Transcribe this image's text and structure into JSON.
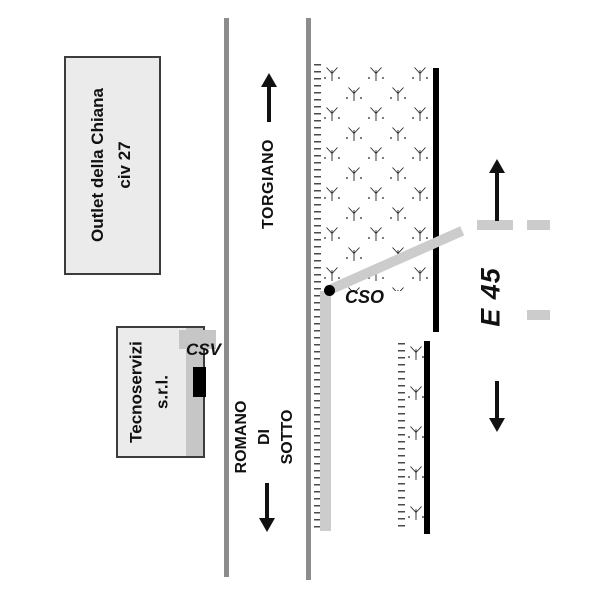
{
  "buildings": {
    "outlet": {
      "line1": "Outlet della Chiana",
      "line2": "civ 27"
    },
    "tecnoservizi": {
      "line1": "Tecnoservizi",
      "line2": "s.r.l."
    }
  },
  "labels": {
    "csv": "CSV",
    "cso": "CSO",
    "torgiano": "TORGIANO",
    "romano": "ROMANO",
    "di": "DI",
    "sotto": "SOTTO",
    "e45": "E 45"
  },
  "icons": {
    "torgiano_direction": "arrow-up",
    "romano_direction": "arrow-down",
    "e45_north_direction": "arrow-up",
    "e45_south_direction": "arrow-down",
    "field_symbol": "grass-tuft-pattern",
    "cso_marker": "black-dot"
  },
  "colors": {
    "road": "#8c8c8c",
    "building_fill": "#ebebeb",
    "building_border": "#3c3c3c",
    "path": "#cccccc",
    "annex": "#c6c6c6",
    "ink": "#111111"
  }
}
